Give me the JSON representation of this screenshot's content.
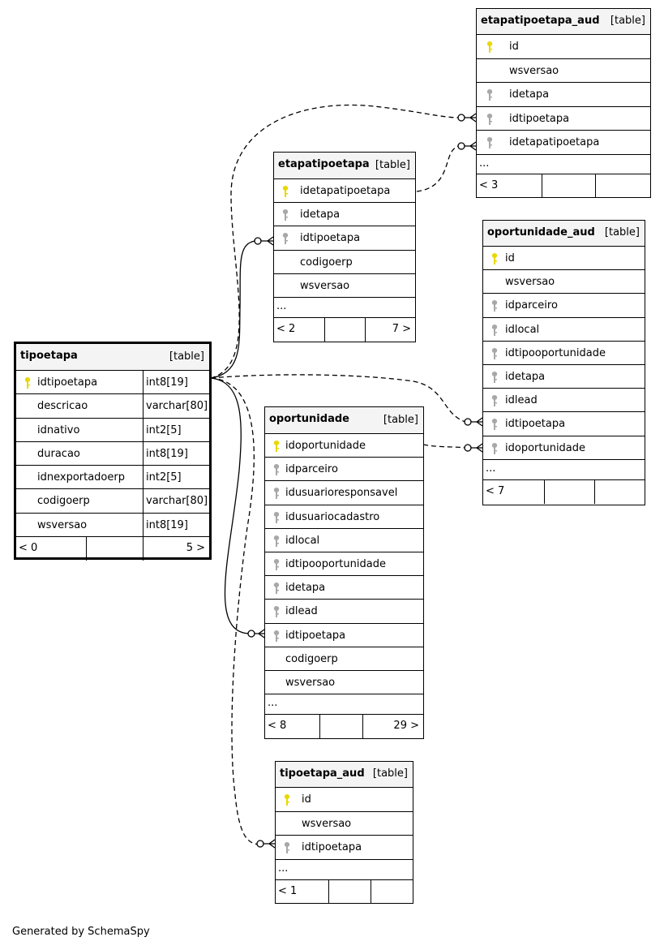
{
  "tables": [
    {
      "id": "tipoetapa",
      "name": "tipoetapa",
      "kind": "[table]",
      "focus": true,
      "columns": [
        {
          "name": "idtipoetapa",
          "type": "int8[19]",
          "key": "pk"
        },
        {
          "name": "descricao",
          "type": "varchar[80]",
          "key": ""
        },
        {
          "name": "idnativo",
          "type": "int2[5]",
          "key": ""
        },
        {
          "name": "duracao",
          "type": "int8[19]",
          "key": ""
        },
        {
          "name": "idnexportadoerp",
          "type": "int2[5]",
          "key": ""
        },
        {
          "name": "codigoerp",
          "type": "varchar[80]",
          "key": ""
        },
        {
          "name": "wsversao",
          "type": "int8[19]",
          "key": ""
        }
      ],
      "more": "",
      "footer": {
        "left": "< 0",
        "right": "5 >"
      }
    },
    {
      "id": "etapatipoetapa_aud",
      "name": "etapatipoetapa_aud",
      "kind": "[table]",
      "focus": false,
      "columns": [
        {
          "name": "id",
          "key": "pk"
        },
        {
          "name": "wsversao",
          "key": ""
        },
        {
          "name": "idetapa",
          "key": "fk"
        },
        {
          "name": "idtipoetapa",
          "key": "fk"
        },
        {
          "name": "idetapatipoetapa",
          "key": "fk"
        }
      ],
      "more": "...",
      "footer": {
        "left": "< 3",
        "right": ""
      }
    },
    {
      "id": "etapatipoetapa",
      "name": "etapatipoetapa",
      "kind": "[table]",
      "focus": false,
      "columns": [
        {
          "name": "idetapatipoetapa",
          "key": "pk"
        },
        {
          "name": "idetapa",
          "key": "fk"
        },
        {
          "name": "idtipoetapa",
          "key": "fk"
        },
        {
          "name": "codigoerp",
          "key": ""
        },
        {
          "name": "wsversao",
          "key": ""
        }
      ],
      "more": "...",
      "footer": {
        "left": "< 2",
        "right": "7 >"
      }
    },
    {
      "id": "oportunidade_aud",
      "name": "oportunidade_aud",
      "kind": "[table]",
      "focus": false,
      "columns": [
        {
          "name": "id",
          "key": "pk"
        },
        {
          "name": "wsversao",
          "key": ""
        },
        {
          "name": "idparceiro",
          "key": "fk"
        },
        {
          "name": "idlocal",
          "key": "fk"
        },
        {
          "name": "idtipooportunidade",
          "key": "fk"
        },
        {
          "name": "idetapa",
          "key": "fk"
        },
        {
          "name": "idlead",
          "key": "fk"
        },
        {
          "name": "idtipoetapa",
          "key": "fk"
        },
        {
          "name": "idoportunidade",
          "key": "fk"
        }
      ],
      "more": "...",
      "footer": {
        "left": "< 7",
        "right": ""
      }
    },
    {
      "id": "oportunidade",
      "name": "oportunidade",
      "kind": "[table]",
      "focus": false,
      "columns": [
        {
          "name": "idoportunidade",
          "key": "pk"
        },
        {
          "name": "idparceiro",
          "key": "fk"
        },
        {
          "name": "idusuarioresponsavel",
          "key": "fk"
        },
        {
          "name": "idusuariocadastro",
          "key": "fk"
        },
        {
          "name": "idlocal",
          "key": "fk"
        },
        {
          "name": "idtipooportunidade",
          "key": "fk"
        },
        {
          "name": "idetapa",
          "key": "fk"
        },
        {
          "name": "idlead",
          "key": "fk"
        },
        {
          "name": "idtipoetapa",
          "key": "fk"
        },
        {
          "name": "codigoerp",
          "key": ""
        },
        {
          "name": "wsversao",
          "key": ""
        }
      ],
      "more": "...",
      "footer": {
        "left": "< 8",
        "right": "29 >"
      }
    },
    {
      "id": "tipoetapa_aud",
      "name": "tipoetapa_aud",
      "kind": "[table]",
      "focus": false,
      "columns": [
        {
          "name": "id",
          "key": "pk"
        },
        {
          "name": "wsversao",
          "key": ""
        },
        {
          "name": "idtipoetapa",
          "key": "fk"
        }
      ],
      "more": "...",
      "footer": {
        "left": "< 1",
        "right": ""
      }
    }
  ],
  "colors": {
    "primary_key": "#e8d800",
    "foreign_key": "#a8a8a8",
    "header_bg": "#f4f4f4"
  },
  "footer_text": "Generated by SchemaSpy"
}
